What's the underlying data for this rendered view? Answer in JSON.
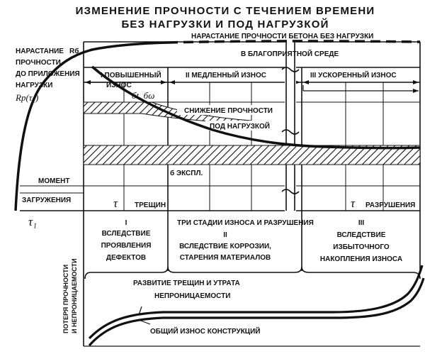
{
  "title": {
    "line1": "ИЗМЕНЕНИЕ ПРОЧНОСТИ С ТЕЧЕНИЕМ ВРЕМЕНИ",
    "line2": "БЕЗ НАГРУЗКИ И ПОД НАГРУЗКОЙ"
  },
  "left_labels": {
    "growth_line1": "НАРАСТАНИЕ",
    "growth_symbol": "Rб",
    "growth_line2": "ПРОЧНОСТИ",
    "growth_line3": "ДО ПРИЛОЖЕНИЯ",
    "growth_line4": "НАГРУЗКИ",
    "rp_symbol": "Rр(τ₁)",
    "moment_line1": "МОМЕНТ",
    "moment_line2": "ЗАГРУЖЕНИЯ",
    "tau1": "τ₁"
  },
  "top_curve": {
    "line1": "НАРАСТАНИЕ ПРОЧНОСТИ БЕТОНА БЕЗ НАГРУЗКИ",
    "line2": "В БЛАГОПРИЯТНОЙ СРЕДЕ"
  },
  "stages_upper": {
    "stage1": "I ПОВЫШЕННЫЙ",
    "stage1_sub": "ИЗНОС",
    "stage2": "II МЕДЛЕННЫЙ ИЗНОС",
    "stage3": "III УСКОРЕННЫЙ ИЗНОС"
  },
  "sigma_label": "бt, бω",
  "reduction": {
    "line1": "СНИЖЕНИЕ ПРОЧНОСТИ",
    "line2": "ПОД НАГРУЗКОЙ"
  },
  "sigma_expl": "б ЭКСПЛ.",
  "tau_crack": {
    "symbol": "τ",
    "text": "ТРЕЩИН"
  },
  "tau_break": {
    "symbol": "τ",
    "text": "РАЗРУШЕНИЯ"
  },
  "stages_lower": {
    "title": "ТРИ СТАДИИ ИЗНОСА И РАЗРУШЕНИЯ",
    "s1": [
      "I",
      "ВСЛЕДСТВИЕ",
      "ПРОЯВЛЕНИЯ",
      "ДЕФЕКТОВ"
    ],
    "s2": [
      "II",
      "ВСЛЕДСТВИЕ КОРРОЗИИ,",
      "СТАРЕНИЯ МАТЕРИАЛОВ"
    ],
    "s3": [
      "III",
      "ВСЛЕДСТВИЕ",
      "ИЗБЫТОЧНОГО",
      "НАКОПЛЕНИЯ ИЗНОСА"
    ]
  },
  "vertical_label": {
    "line1": "ПОТЕРЯ ПРОЧНОСТИ",
    "line2": "И НЕПРОНИЦАЕМОСТИ"
  },
  "cracks_label": {
    "line1": "РАЗВИТИЕ ТРЕЩИН И УТРАТА",
    "line2": "НЕПРОНИЦАЕМОСТИ"
  },
  "total_wear": "ОБЩИЙ ИЗНОС КОНСТРУКЦИЙ"
}
